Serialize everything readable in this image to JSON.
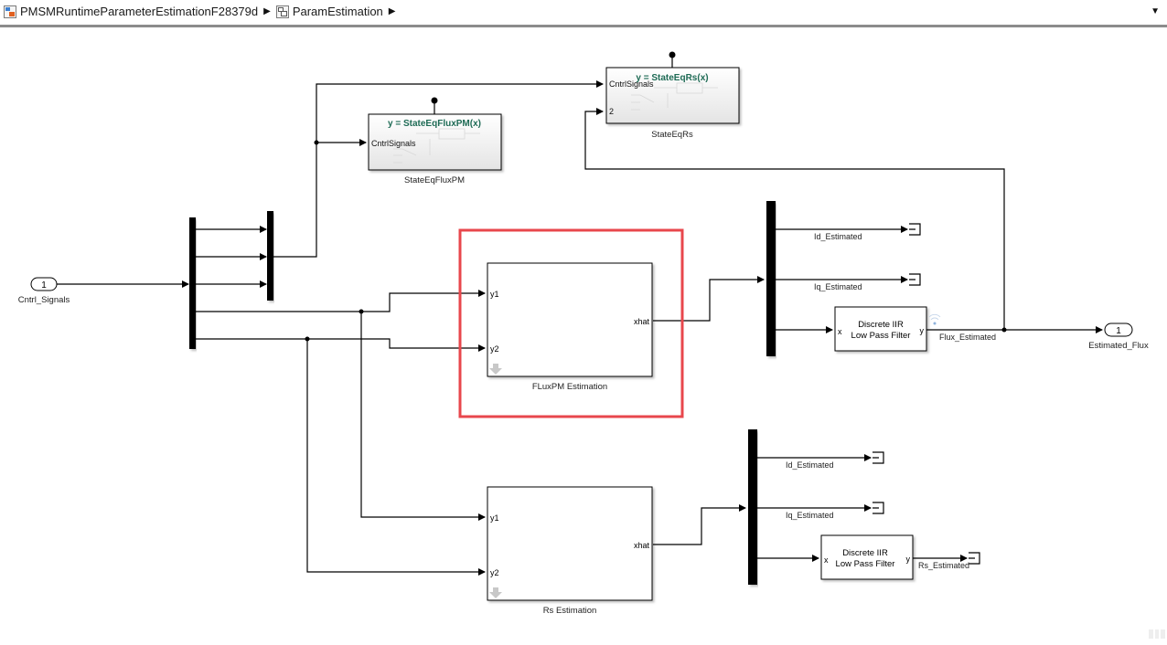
{
  "breadcrumb": {
    "items": [
      {
        "label": "PMSMRuntimeParameterEstimationF28379d",
        "icon": "model-icon"
      },
      {
        "label": "ParamEstimation",
        "icon": "subsystem-icon"
      }
    ],
    "separator": "▶",
    "dropdown_icon": "▼"
  },
  "diagram": {
    "inport": {
      "number": "1",
      "label": "Cntrl_Signals"
    },
    "outport": {
      "number": "1",
      "label": "Estimated_Flux"
    },
    "state_eq_fluxpm": {
      "title": "y = StateEqFluxPM(x)",
      "input": "CntrlSignals",
      "name": "StateEqFluxPM"
    },
    "state_eq_rs": {
      "title": "y = StateEqRs(x)",
      "input1": "CntrlSignals",
      "input2": "2",
      "name": "StateEqRs"
    },
    "fluxpm_estimation": {
      "in1": "y1",
      "in2": "y2",
      "out": "xhat",
      "name": "FLuxPM Estimation",
      "highlight_color": "#e8474c"
    },
    "rs_estimation": {
      "in1": "y1",
      "in2": "y2",
      "out": "xhat",
      "name": "Rs Estimation"
    },
    "filter_top": {
      "line1": "Discrete IIR",
      "line2": "Low Pass Filter",
      "in": "x",
      "out": "y"
    },
    "filter_bottom": {
      "line1": "Discrete IIR",
      "line2": "Low Pass Filter",
      "in": "x",
      "out": "y"
    },
    "signals_top": {
      "id": "Id_Estimated",
      "iq": "Iq_Estimated",
      "flux": "Flux_Estimated"
    },
    "signals_bottom": {
      "id": "Id_Estimated",
      "iq": "Iq_Estimated",
      "rs": "Rs_Estimated"
    },
    "title_color": "#1e6b55"
  }
}
